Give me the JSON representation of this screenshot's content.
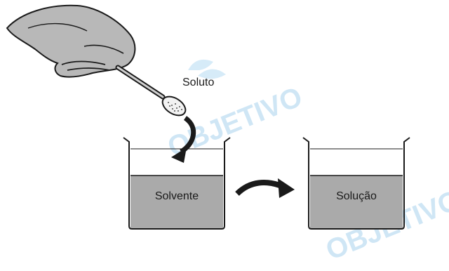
{
  "labels": {
    "solute": "Soluto",
    "solvent": "Solvente",
    "solution": "Solução"
  },
  "watermark": {
    "text": "OBJETIVO"
  },
  "colors": {
    "liquid": "#aaaaaa",
    "outline": "#1a1a1a",
    "hand": "#b8b8b8",
    "watermark": "#cfe6f5"
  }
}
